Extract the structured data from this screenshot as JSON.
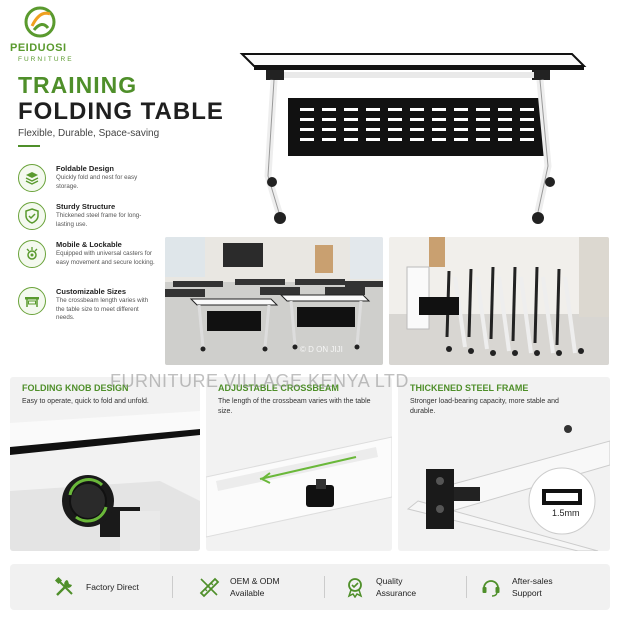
{
  "brand": {
    "name": "PEIDUOSI",
    "sub": "FURNITURE"
  },
  "hero": {
    "title_line1": "TRAINING",
    "title_line2": "FOLDING TABLE",
    "tagline": "Flexible, Durable, Space-saving"
  },
  "features": [
    {
      "title": "Foldable Design",
      "desc": "Quickly fold and nest for easy storage.",
      "icon": "layers-icon"
    },
    {
      "title": "Sturdy Structure",
      "desc": "Thickened steel frame for long-lasting use.",
      "icon": "shield-icon"
    },
    {
      "title": "Mobile & Lockable",
      "desc": "Equipped with universal casters for easy movement and secure locking.",
      "icon": "caster-icon"
    },
    {
      "title": "Customizable Sizes",
      "desc": "The crossbeam length varies with the table size to meet different needs.",
      "icon": "table-icon"
    }
  ],
  "details": [
    {
      "title": "FOLDING KNOB DESIGN",
      "desc": "Easy to operate, quick to fold and unfold."
    },
    {
      "title": "ADJUSTABLE CROSSBEAM",
      "desc": "The length of the crossbeam varies with the table size."
    },
    {
      "title": "THICKENED STEEL FRAME",
      "desc": "Stronger load-bearing capacity, more stable and durable.",
      "measure": "1.5mm"
    }
  ],
  "watermark": "FURNITURE VILLAGE KENYA LTD",
  "photo_watermark": "© D ON JIJI",
  "bottom_bar": [
    {
      "label": "Factory Direct",
      "icon": "tools-icon"
    },
    {
      "label": "OEM & ODM Available",
      "label_line1": "OEM & ODM",
      "label_line2": "Available",
      "icon": "ruler-pencil-icon"
    },
    {
      "label": "Quality Assurance",
      "label_line1": "Quality",
      "label_line2": "Assurance",
      "icon": "quality-badge-icon"
    },
    {
      "label": "After-sales Support",
      "label_line1": "After-sales",
      "label_line2": "Support",
      "icon": "headset-icon"
    }
  ],
  "colors": {
    "accent": "#4f8f2a",
    "dark": "#1f1f1f",
    "panel": "#f2f2f2"
  }
}
